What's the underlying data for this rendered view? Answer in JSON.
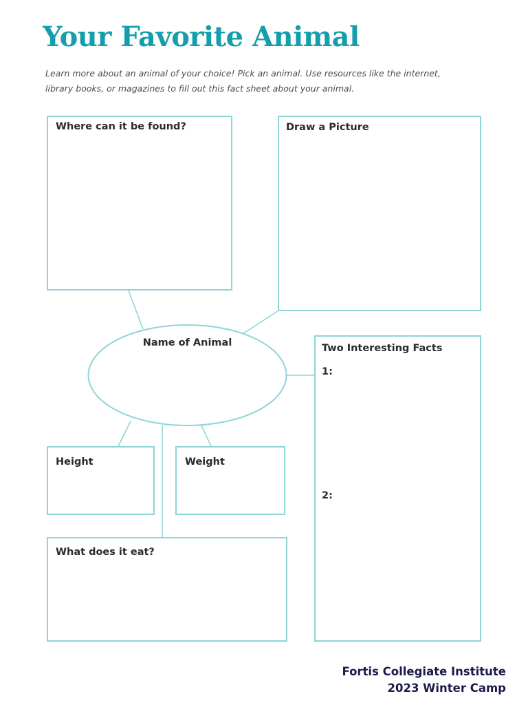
{
  "header": {
    "title": "Your Favorite Animal",
    "instructions": "Learn more about an animal of your choice! Pick an animal. Use resources like the internet, library books, or magazines to fill out this fact sheet about your animal."
  },
  "colors": {
    "title_teal": "#149EAC",
    "border_teal": "#8FD4D7",
    "text_dark": "#2b2b2b",
    "footer_navy": "#1B1B4B"
  },
  "diagram": {
    "center_node": {
      "label": "Name of Animal"
    },
    "boxes": [
      {
        "key": "where_found",
        "label": "Where can it be found?"
      },
      {
        "key": "draw_picture",
        "label": "Draw a Picture"
      },
      {
        "key": "two_facts",
        "label": "Two Interesting Facts"
      },
      {
        "key": "height",
        "label": "Height"
      },
      {
        "key": "weight",
        "label": "Weight"
      },
      {
        "key": "what_eats",
        "label": "What does it eat?"
      }
    ],
    "facts": [
      {
        "number": "1:"
      },
      {
        "number": "2:"
      }
    ]
  },
  "footer": {
    "line1": "Fortis Collegiate Institute",
    "line2": "2023 Winter Camp"
  }
}
